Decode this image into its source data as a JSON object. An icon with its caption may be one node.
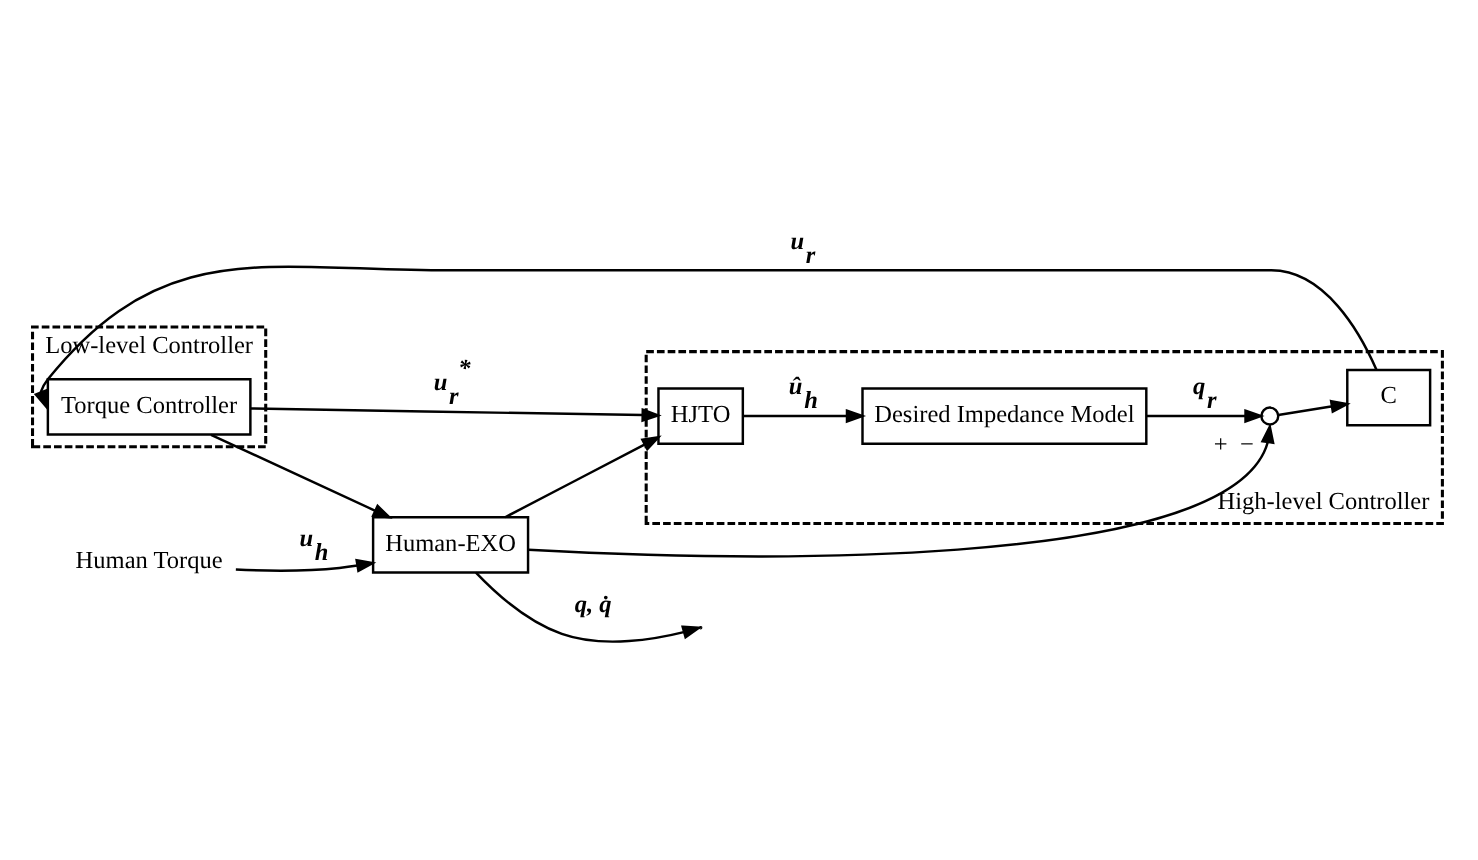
{
  "diagram": {
    "nodes": [
      {
        "text": [
          "Low-level Controller"
        ]
      },
      {
        "text": [
          "Torque Controller"
        ],
        "in": 0
      },
      {
        "text": [
          "Human Torque"
        ]
      },
      {
        "text": [
          "Human-EXO"
        ]
      },
      {
        "text": [
          "High-level Controller"
        ]
      },
      {
        "text": [
          "Desired Impedance Model"
        ],
        "in": 4
      },
      {
        "text": [
          "HJTO"
        ],
        "in": 4
      },
      {
        "text": [],
        "shape": "circle",
        "in": 4,
        "beside": [
          "+",
          "−"
        ]
      },
      {
        "text": [
          "C"
        ],
        "in": 4
      }
    ],
    "edges": [
      {
        "from": 2,
        "to": 3,
        "arrow": "to",
        "label": "u$_{h}$"
      },
      {
        "from": 1,
        "to": 3,
        "arrow": "to"
      },
      {
        "from": 1,
        "to": 6,
        "arrow": "to",
        "label": "u$_{r}$$^{*}$"
      },
      {
        "from": 3,
        "to": null,
        "arrow": "to",
        "label": "q, q̇"
      },
      {
        "from": 3,
        "to": 6,
        "arrow": "to"
      },
      {
        "from": 3,
        "to": 7,
        "arrow": "to"
      },
      {
        "from": 6,
        "to": 5,
        "arrow": "to",
        "label": "û$_{h}$"
      },
      {
        "from": 5,
        "to": 7,
        "arrow": "to",
        "label": "q$_{r}$"
      },
      {
        "from": 7,
        "to": 8,
        "arrow": "to"
      },
      {
        "from": 8,
        "to": 1,
        "arrow": "to",
        "label": "u$_{r}$"
      }
    ]
  }
}
